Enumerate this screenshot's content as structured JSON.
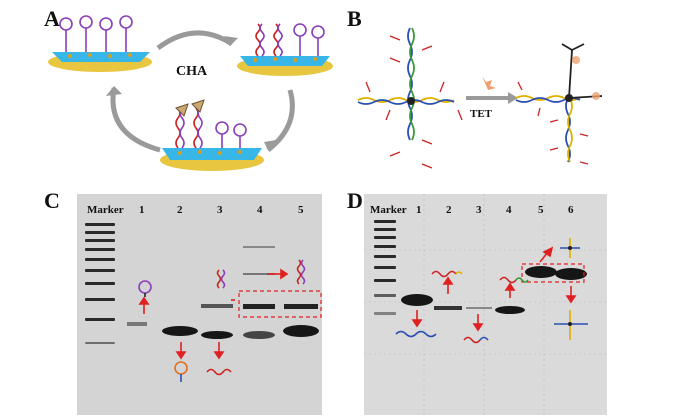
{
  "figure": {
    "panels": [
      {
        "letter": "A"
      },
      {
        "letter": "B"
      },
      {
        "letter": "C"
      },
      {
        "letter": "D"
      }
    ],
    "panel_a": {
      "cycle_label": "CHA"
    },
    "panel_b": {
      "arrow_label": "TET"
    },
    "gel_c": {
      "lanes": [
        "Marker",
        "1",
        "2",
        "3",
        "4",
        "5"
      ]
    },
    "gel_d": {
      "lanes": [
        "Marker",
        "1",
        "2",
        "3",
        "4",
        "5",
        "6"
      ]
    },
    "colors": {
      "gel_bg": "#d4d4d4",
      "band": "#161616",
      "arrow_red": "#e02020",
      "dna_red": "#cc2222",
      "dna_yellow": "#e0b000",
      "dna_blue": "#2a4fb0",
      "dna_green": "#3a9a3a",
      "surface_cyan": "#38b6e8",
      "surface_gold": "#e8c640",
      "hairpin_purple": "#8a3fb8"
    }
  }
}
